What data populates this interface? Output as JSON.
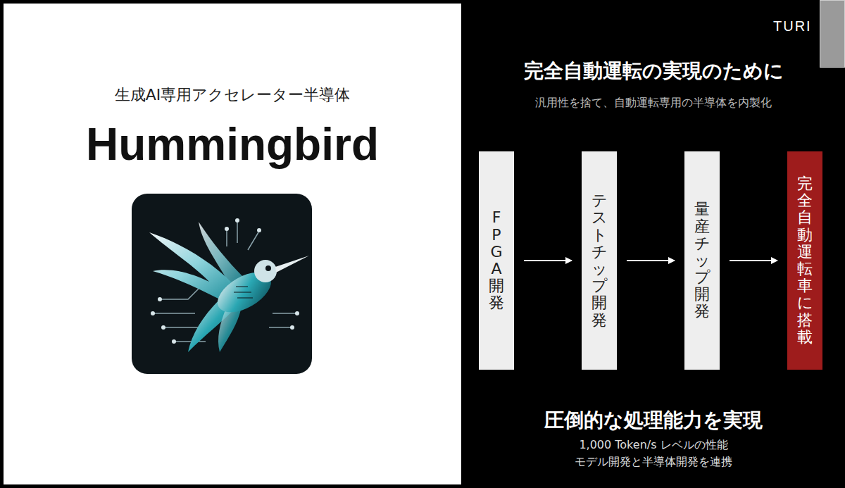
{
  "diagram": {
    "title": "完全自動運転の実現のために",
    "nodes": [
      {
        "text": [
          "FPGA開発"
        ]
      },
      {
        "text": [
          "テストチップ開発"
        ]
      },
      {
        "text": [
          "量産チップ開発"
        ]
      },
      {
        "text": [
          "完全自動運転車に搭載"
        ]
      }
    ],
    "edges": [
      {
        "from": 0,
        "to": 1,
        "arrow": "to"
      },
      {
        "from": 1,
        "to": 2,
        "arrow": "to"
      },
      {
        "from": 2,
        "to": 3,
        "arrow": "to"
      }
    ],
    "labels": [
      "生成AI専用アクセレーター半導体",
      "Hummingbird",
      "TURI",
      "汎用性を捨て、自動運転専用の半導体を内製化",
      "圧倒的な処理能力を実現",
      "1,000 Token/s レベルの性能",
      "モデル開発と半導体開発を連携"
    ]
  }
}
